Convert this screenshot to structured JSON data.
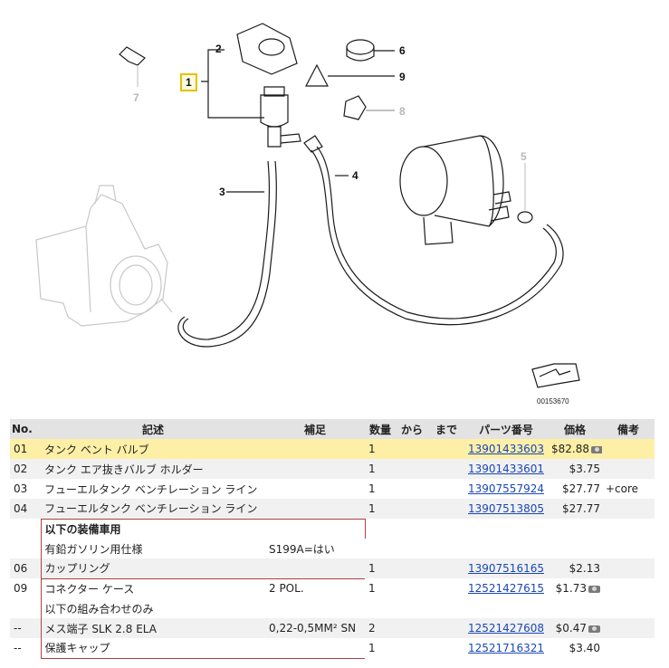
{
  "diagram": {
    "image_id": "00153670",
    "callouts": [
      "1",
      "2",
      "3",
      "4",
      "5",
      "6",
      "7",
      "8",
      "9"
    ]
  },
  "table": {
    "headers": {
      "no": "No.",
      "desc": "記述",
      "supplement": "補足",
      "qty": "数量",
      "from": "から",
      "to": "まで",
      "part_no": "パーツ番号",
      "price": "価格",
      "note": "備考"
    },
    "rows": [
      {
        "no": "01",
        "desc": "タンク ベント バルブ",
        "supplement": "",
        "qty": "1",
        "part_no": "13901433603",
        "price": "$82.88",
        "note": ""
      },
      {
        "no": "02",
        "desc": "タンク エア抜きバルブ ホルダー",
        "supplement": "",
        "qty": "1",
        "part_no": "13901433601",
        "price": "$3.75",
        "note": ""
      },
      {
        "no": "03",
        "desc": "フューエルタンク ベンチレーション ライン",
        "supplement": "",
        "qty": "1",
        "part_no": "13907557924",
        "price": "$27.77",
        "note": "+core"
      },
      {
        "no": "04",
        "desc": "フューエルタンク ベンチレーション ライン",
        "supplement": "",
        "qty": "1",
        "part_no": "13907513805",
        "price": "$27.77",
        "note": ""
      },
      {
        "no": "",
        "desc": "以下の装備車用",
        "supplement": "",
        "qty": "",
        "part_no": "",
        "price": "",
        "note": ""
      },
      {
        "no": "",
        "desc": "有鉛ガソリン用仕様",
        "supplement": "S199A=はい",
        "qty": "",
        "part_no": "",
        "price": "",
        "note": ""
      },
      {
        "no": "06",
        "desc": "カップリング",
        "supplement": "",
        "qty": "1",
        "part_no": "13907516165",
        "price": "$2.13",
        "note": ""
      },
      {
        "no": "09",
        "desc": "コネクター ケース",
        "supplement": "2 POL.",
        "qty": "1",
        "part_no": "12521427615",
        "price": "$1.73",
        "note": ""
      },
      {
        "no": "",
        "desc": "以下の組み合わせのみ",
        "supplement": "",
        "qty": "",
        "part_no": "",
        "price": "",
        "note": ""
      },
      {
        "no": "--",
        "desc": "メス端子 SLK 2.8 ELA",
        "supplement": "0,22-0,5MM² SN",
        "qty": "2",
        "part_no": "12521427608",
        "price": "$0.47",
        "note": ""
      },
      {
        "no": "--",
        "desc": "保護キャップ",
        "supplement": "",
        "qty": "1",
        "part_no": "12521716321",
        "price": "$3.40",
        "note": ""
      }
    ]
  }
}
